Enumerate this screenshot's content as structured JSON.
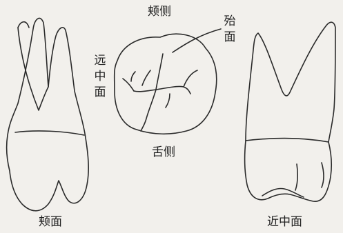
{
  "labels": {
    "buccal_side": "颊侧",
    "occlusal_surface": "殆面",
    "distal_surface": "远中面",
    "lingual_side": "舌侧",
    "buccal_surface": "颊面",
    "mesial_surface": "近中面"
  },
  "colors": {
    "background": "#f2f0ec",
    "line": "#2a2a2a"
  }
}
